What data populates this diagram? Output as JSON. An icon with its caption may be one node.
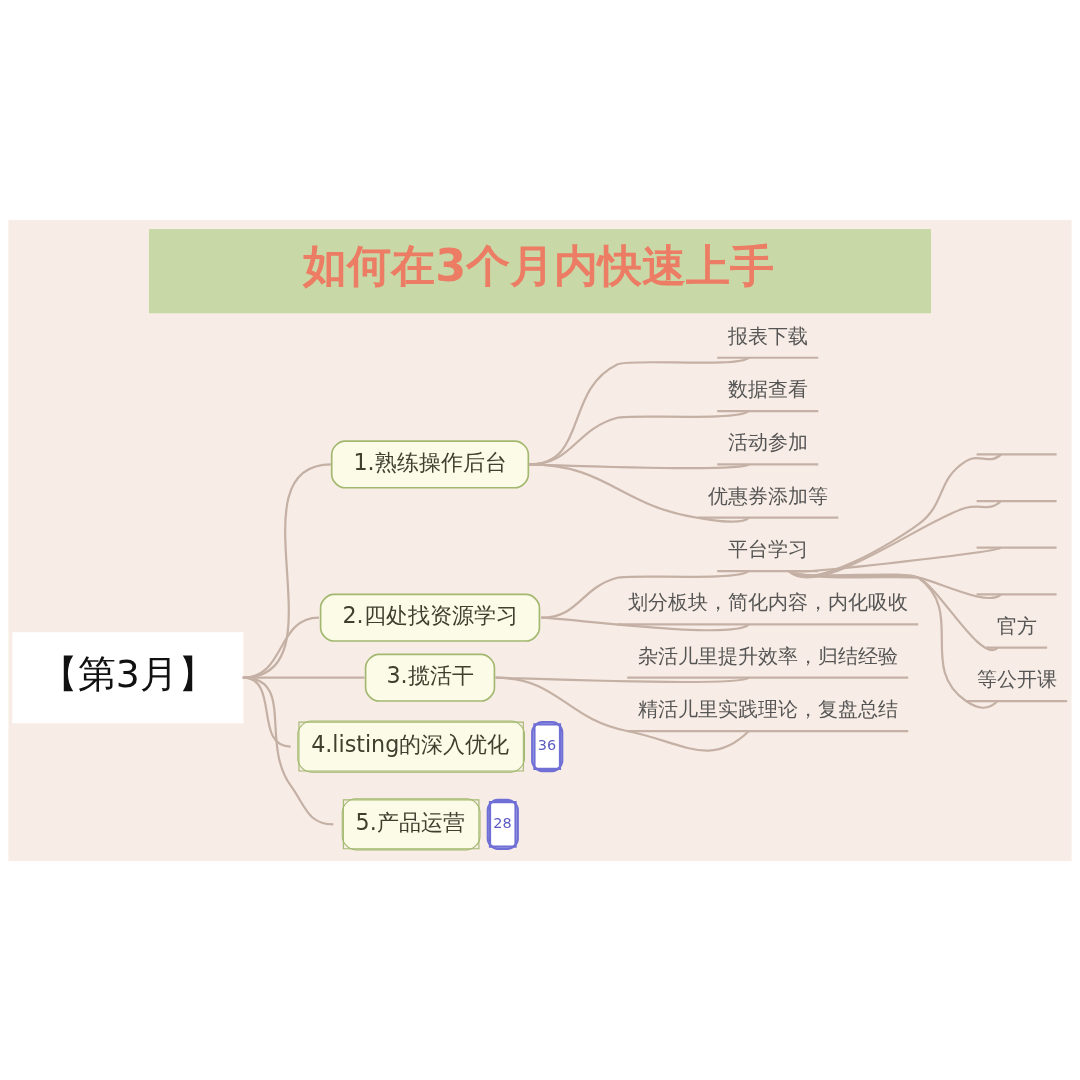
{
  "diagram": {
    "title": "如何在3个月内快速上手",
    "nodes": [
      {
        "text": [
          "【第3月】"
        ]
      },
      {
        "text": [
          "1.熟练操作后台"
        ]
      },
      {
        "text": [
          "报表下载"
        ]
      },
      {
        "text": [
          "数据查看"
        ]
      },
      {
        "text": [
          "活动参加"
        ]
      },
      {
        "text": [
          "优惠券添加等"
        ]
      },
      {
        "text": [
          "2.四处找资源学习"
        ]
      },
      {
        "text": [
          "平台学习"
        ]
      },
      {
        "text": [],
        "shape": "line"
      },
      {
        "text": [],
        "shape": "line"
      },
      {
        "text": [],
        "shape": "line"
      },
      {
        "text": [],
        "shape": "line"
      },
      {
        "text": [
          "官方"
        ]
      },
      {
        "text": [
          "等公开课"
        ]
      },
      {
        "text": [
          "划分板块，简化内容，内化吸收"
        ]
      },
      {
        "text": [
          "3.揽活干"
        ]
      },
      {
        "text": [
          "杂活儿里提升效率，归结经验"
        ]
      },
      {
        "text": [
          "精活儿里实践理论，复盘总结"
        ]
      },
      {
        "text": [
          "4.listing的深入优化"
        ],
        "beside": [
          "36"
        ]
      },
      {
        "text": [
          "5.产品运营"
        ],
        "beside": [
          "28"
        ]
      }
    ],
    "edges": [
      {
        "from": 0,
        "to": 1,
        "arrow": "none"
      },
      {
        "from": 1,
        "to": 2,
        "arrow": "none"
      },
      {
        "from": 1,
        "to": 3,
        "arrow": "none"
      },
      {
        "from": 1,
        "to": 4,
        "arrow": "none"
      },
      {
        "from": 1,
        "to": 5,
        "arrow": "none"
      },
      {
        "from": 0,
        "to": 6,
        "arrow": "none"
      },
      {
        "from": 6,
        "to": 7,
        "arrow": "none"
      },
      {
        "from": 7,
        "to": 8,
        "arrow": "none"
      },
      {
        "from": 7,
        "to": 9,
        "arrow": "none"
      },
      {
        "from": 7,
        "to": 10,
        "arrow": "none"
      },
      {
        "from": 7,
        "to": 11,
        "arrow": "none"
      },
      {
        "from": 7,
        "to": 12,
        "arrow": "none"
      },
      {
        "from": 7,
        "to": 13,
        "arrow": "none"
      },
      {
        "from": 6,
        "to": 14,
        "arrow": "none"
      },
      {
        "from": 0,
        "to": 15,
        "arrow": "none"
      },
      {
        "from": 15,
        "to": 16,
        "arrow": "none"
      },
      {
        "from": 15,
        "to": 17,
        "arrow": "none"
      },
      {
        "from": 0,
        "to": 18,
        "arrow": "none"
      },
      {
        "from": 0,
        "to": 19,
        "arrow": "none"
      }
    ]
  }
}
